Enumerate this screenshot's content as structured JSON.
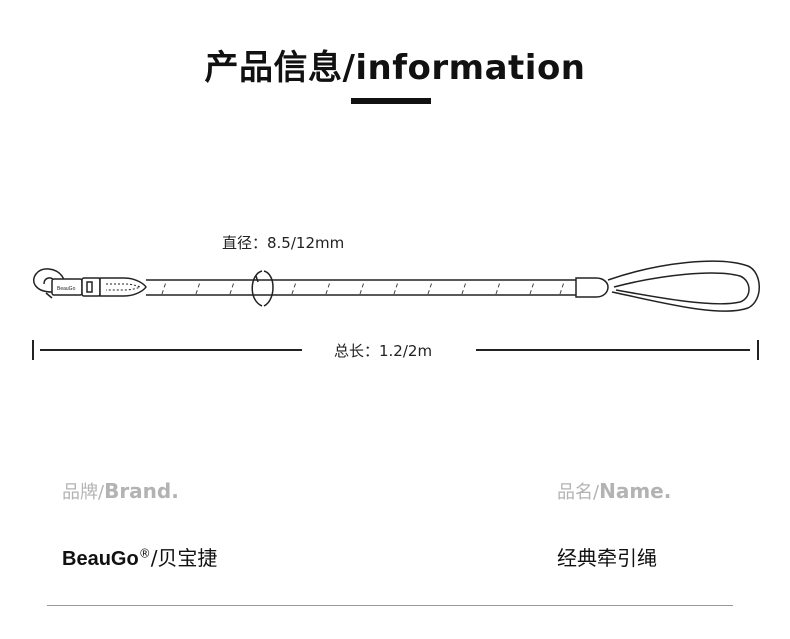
{
  "header": {
    "title": "产品信息/information"
  },
  "diagram": {
    "diameter_label": "直径：8.5/12mm",
    "length_label": "总长：1.2/2m",
    "clip_tag_text": "BeauGo"
  },
  "info": {
    "brand_label_cn": "品牌/",
    "brand_label_en": "Brand.",
    "brand_value_latin": "BeauGo",
    "brand_value_reg": "®",
    "brand_value_cn": "/贝宝捷",
    "name_label_cn": "品名/",
    "name_label_en": "Name.",
    "name_value": "经典牵引绳"
  }
}
